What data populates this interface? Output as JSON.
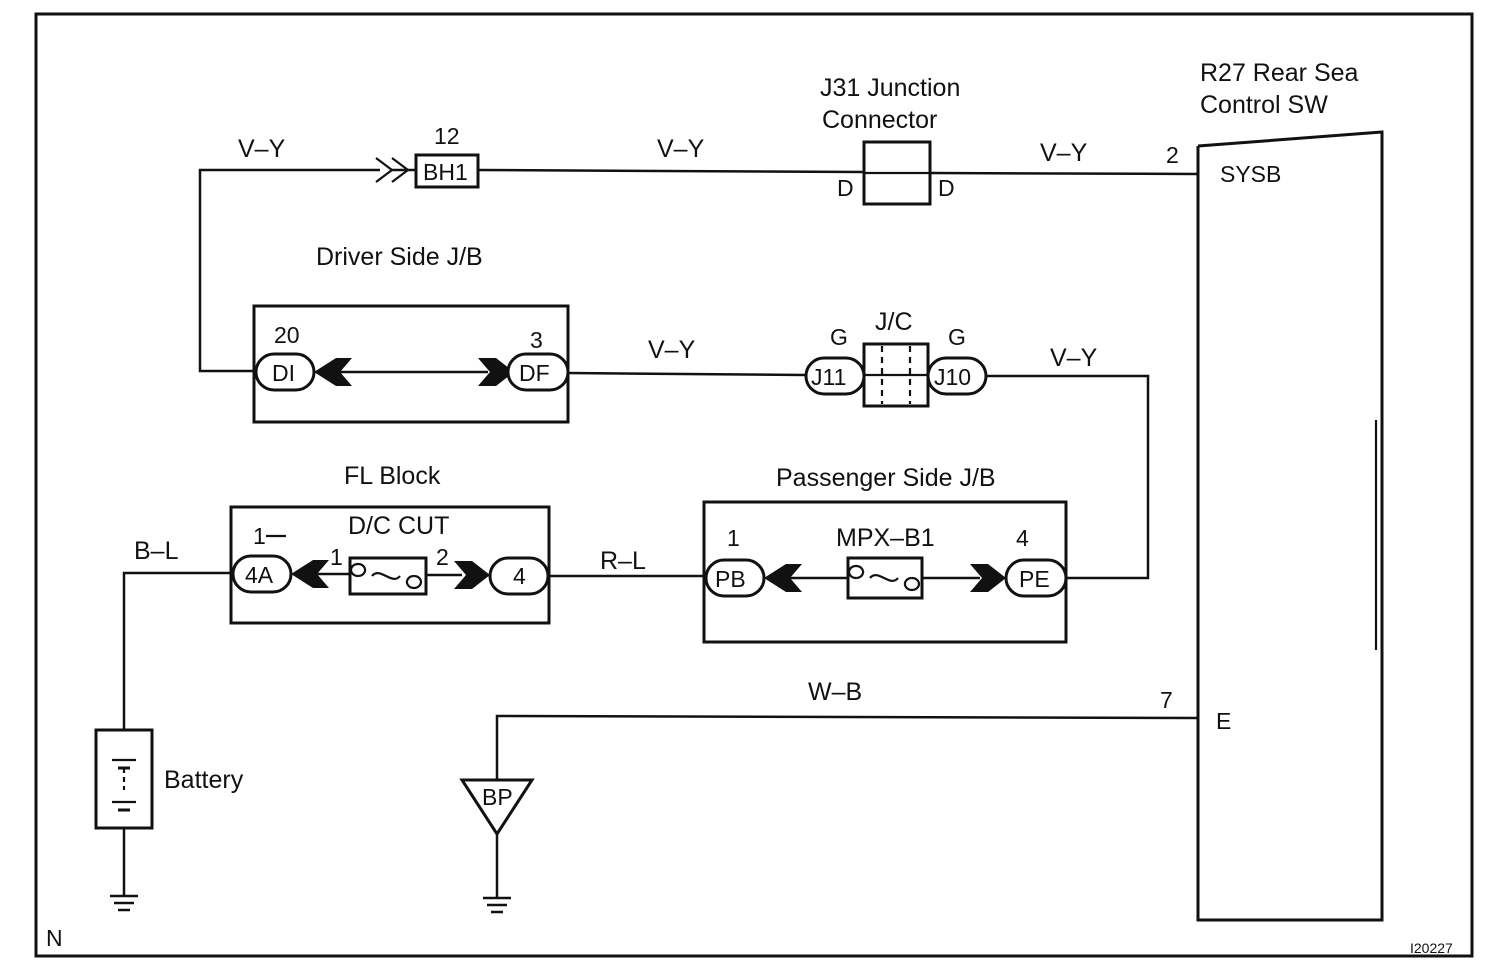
{
  "component_r27": {
    "title_line1": "R27 Rear Sea",
    "title_line2": "Control SW",
    "pin_sysb_num": "2",
    "pin_sysb": "SYSB",
    "pin_e_num": "7",
    "pin_e": "E"
  },
  "junction_j31": {
    "title_line1": "J31 Junction",
    "title_line2": "Connector",
    "left_pin": "D",
    "right_pin": "D"
  },
  "connector_bh1": {
    "pin_num": "12",
    "label": "BH1"
  },
  "driver_jb": {
    "title": "Driver Side J/B",
    "left_num": "20",
    "left_label": "DI",
    "right_num": "3",
    "right_label": "DF"
  },
  "jc": {
    "title": "J/C",
    "left_g": "G",
    "right_g": "G",
    "left_label": "J11",
    "right_label": "J10"
  },
  "fl_block": {
    "title": "FL Block",
    "fuse": "D/C CUT",
    "left_num": "1",
    "left_label": "4A",
    "fuse_in": "1",
    "fuse_out": "2",
    "right_label": "4"
  },
  "passenger_jb": {
    "title": "Passenger Side J/B",
    "fuse": "MPX–B1",
    "left_num": "1",
    "left_label": "PB",
    "right_num": "4",
    "right_label": "PE"
  },
  "wires": {
    "vy_1": "V–Y",
    "vy_2": "V–Y",
    "vy_3": "V–Y",
    "vy_4": "V–Y",
    "vy_5": "V–Y",
    "bl": "B–L",
    "rl": "R–L",
    "wb": "W–B"
  },
  "battery": {
    "label": "Battery"
  },
  "ground_bp": {
    "label": "BP"
  },
  "footer": {
    "corner_mark": "N",
    "figure_id": "I20227"
  }
}
